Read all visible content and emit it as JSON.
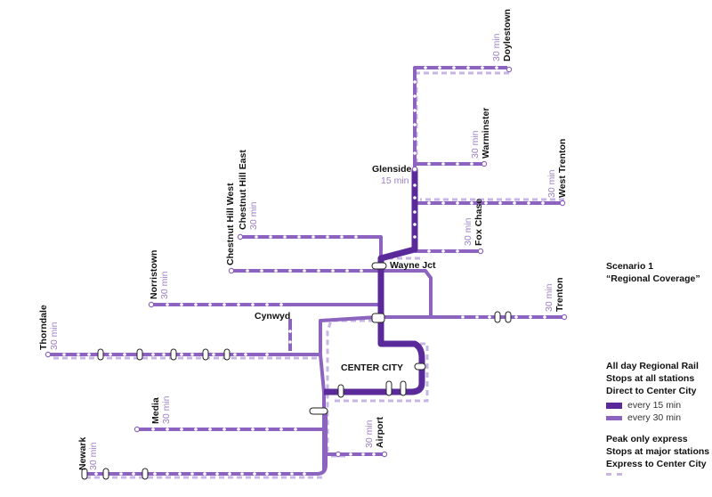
{
  "scenario": {
    "title": "Scenario 1",
    "subtitle": "“Regional Coverage”"
  },
  "colors": {
    "every15": "#5b2a9a",
    "every30": "#8c63be",
    "peakExpress": "#c9b4e6"
  },
  "stations": {
    "doylestown": "Doylestown",
    "warminster": "Warminster",
    "westTrenton": "West Trenton",
    "glenside": "Glenside",
    "foxChase": "Fox Chase",
    "chestnutHillWest": "Chestnut Hill West",
    "chestnutHillEast": "Chestnut Hill East",
    "waynJct": "Wayne Jct",
    "norristown": "Norristown",
    "trenton": "Trenton",
    "cynwyd": "Cynwyd",
    "thorndale": "Thorndale",
    "centerCity": "CENTER CITY",
    "media": "Media",
    "airport": "Airport",
    "newark": "Newark"
  },
  "frequencies": {
    "min30": "30 min",
    "min15": "15 min"
  },
  "legend": {
    "allDay1": "All day Regional Rail",
    "allDay2": "Stops at all stations",
    "allDay3": "Direct to Center City",
    "every15": "every 15 min",
    "every30": "every 30 min",
    "peak1": "Peak only express",
    "peak2": "Stops at major stations",
    "peak3": "Express to Center City"
  }
}
